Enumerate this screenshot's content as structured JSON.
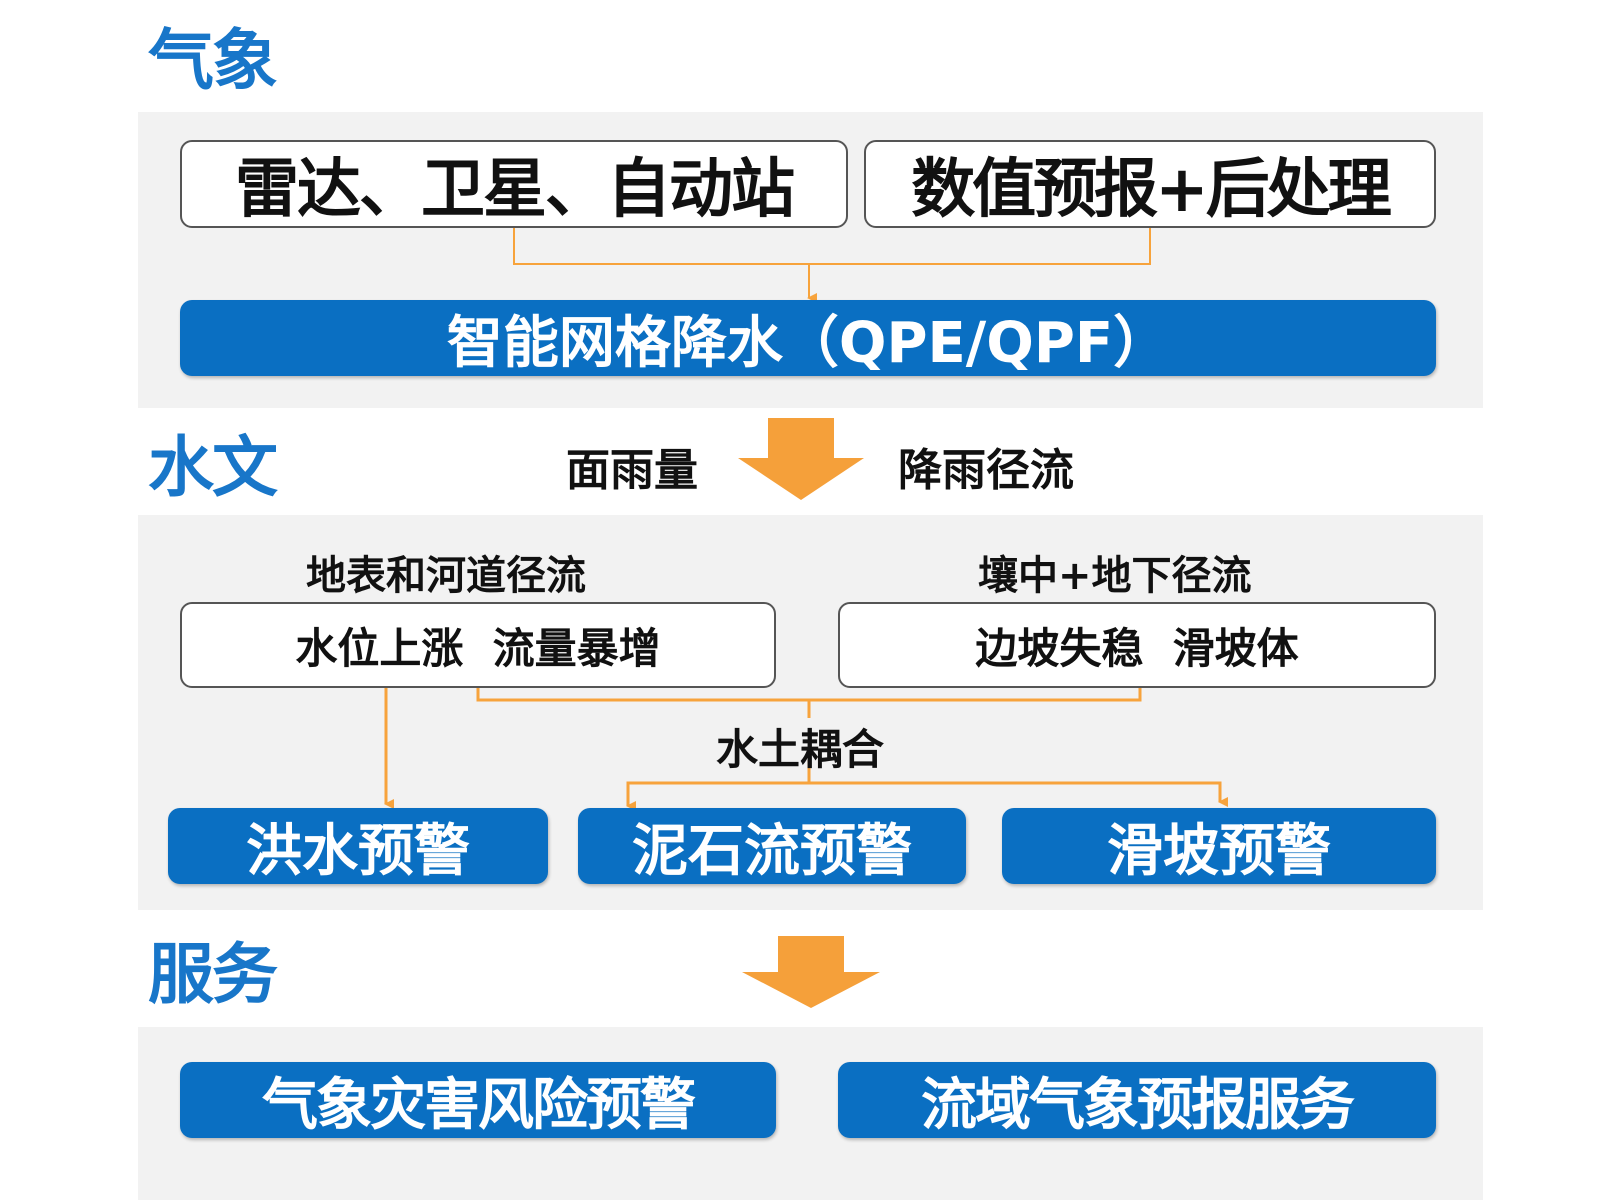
{
  "sections": {
    "meteorology": "气象",
    "hydrology": "水文",
    "service": "服务"
  },
  "meteorology": {
    "source_left": "雷达、卫星、自动站",
    "source_right": "数值预报+后处理",
    "product": "智能网格降水（QPE/QPF）"
  },
  "transfer": {
    "left_label": "面雨量",
    "right_label": "降雨径流"
  },
  "hydrology": {
    "left_caption": "地表和河道径流",
    "right_caption": "壤中+地下径流",
    "left_box": "水位上涨  流量暴增",
    "right_box": "边坡失稳  滑坡体",
    "coupling": "水土耦合",
    "warnings": [
      "洪水预警",
      "泥石流预警",
      "滑坡预警"
    ]
  },
  "service": {
    "items": [
      "气象灾害风险预警",
      "流域气象预报服务"
    ]
  },
  "colors": {
    "title_blue": "#1876c9",
    "box_blue": "#0a6fc2",
    "connector_orange": "#f7a33c",
    "arrow_orange": "#f5a03a",
    "panel_gray": "#f2f2f2"
  }
}
